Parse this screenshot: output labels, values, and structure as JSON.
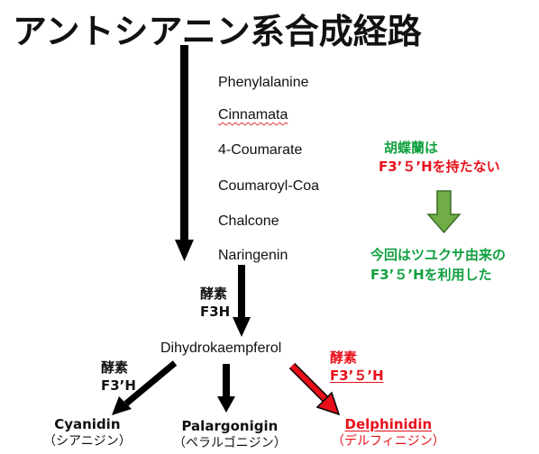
{
  "title": "アントシアニン系合成経路",
  "pathway": [
    "Phenylalanine",
    "Cinnamata",
    "4-Coumarate",
    "Coumaroyl-Coa",
    "Chalcone",
    "Naringenin"
  ],
  "enzyme_f3h": {
    "line1": "酵素",
    "line2": "F3H"
  },
  "intermediate": "Dihydrokaempferol",
  "enzyme_f3ph": {
    "line1": "酵素",
    "line2": "F3’H"
  },
  "enzyme_f35h": {
    "line1": "酵素",
    "line2": "F3’５’H"
  },
  "products": [
    {
      "name": "Cyanidin",
      "jp": "（シアニジン）"
    },
    {
      "name": "Palargonigin",
      "jp": "（ペラルゴニジン）"
    },
    {
      "name": "Delphinidin",
      "jp": "（デルフィニジン）"
    }
  ],
  "note_top": {
    "line1": "胡蝶蘭は",
    "line2": "F3’５’Hを持たない"
  },
  "note_bottom": {
    "line1": "今回はツユクサ由来の",
    "line2": "F3’５’Hを利用した"
  },
  "colors": {
    "red": "#e8101a",
    "green": "#10a040",
    "green_arrow": "#70ad47",
    "black": "#000000"
  }
}
